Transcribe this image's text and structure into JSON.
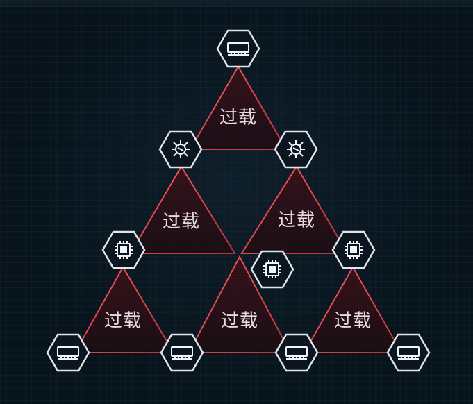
{
  "tiles": [
    {
      "label": "过载"
    },
    {
      "label": "过载"
    },
    {
      "label": "过载"
    },
    {
      "label": "过载"
    },
    {
      "label": "过载"
    },
    {
      "label": "过载"
    }
  ],
  "nodes": [
    {
      "icon": "ram-icon"
    },
    {
      "icon": "virus-icon"
    },
    {
      "icon": "virus-icon"
    },
    {
      "icon": "cpu-chip-icon"
    },
    {
      "icon": "cpu-chip-icon"
    },
    {
      "icon": "cpu-chip-icon"
    },
    {
      "icon": "ram-icon"
    },
    {
      "icon": "ram-icon"
    },
    {
      "icon": "ram-icon"
    },
    {
      "icon": "ram-icon"
    }
  ],
  "colors": {
    "background": "#07121a",
    "tile_fill": "#2a0d14",
    "tile_edge": "#e0454f",
    "node_border": "#dfe6ea"
  }
}
